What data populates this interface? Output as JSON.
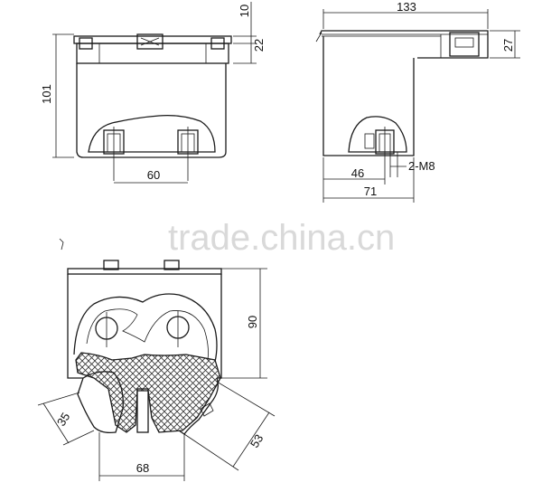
{
  "watermark": "trade.china.cn",
  "dimensions": {
    "front_top_height": "10",
    "front_top_block": "22",
    "front_height": "101",
    "front_bolt_spacing": "60",
    "side_width": "133",
    "side_top_block": "27",
    "side_bolt_offset": "46",
    "side_bolt_spec": "2-M8",
    "side_base": "71",
    "bottom_height": "90",
    "bottom_left_angle": "35",
    "bottom_right_angle": "53",
    "bottom_width": "68"
  },
  "colors": {
    "line": "#1a1a1a",
    "hatch": "#333333",
    "watermark": "#d9d9d9"
  }
}
